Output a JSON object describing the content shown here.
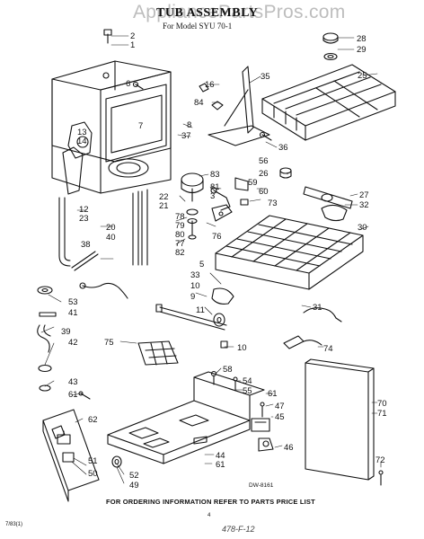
{
  "header": {
    "watermark": "AppliancePartsPros.com",
    "title": "TUB ASSEMBLY",
    "subtitle": "For Model SYU 70-1"
  },
  "footer": {
    "ordering_note": "FOR ORDERING INFORMATION REFER TO PARTS PRICE LIST",
    "drawing_code": "DW-8161",
    "corner_mark": "7/83(1)",
    "page_number": "4",
    "handwritten": "478-F-12"
  },
  "callouts": [
    "2",
    "1",
    "28",
    "29",
    "25",
    "35",
    "16",
    "84",
    "6",
    "8",
    "37",
    "13",
    "14",
    "36",
    "56",
    "26",
    "60",
    "59",
    "83",
    "81",
    "3",
    "22",
    "21",
    "78",
    "79",
    "80",
    "77",
    "82",
    "76",
    "73",
    "27",
    "32",
    "30",
    "12",
    "23",
    "38",
    "20",
    "40",
    "33",
    "10",
    "9",
    "11",
    "31",
    "74",
    "53",
    "41",
    "39",
    "42",
    "75",
    "43",
    "61",
    "62",
    "51",
    "50",
    "52",
    "49",
    "58",
    "54",
    "55",
    "47",
    "45",
    "46",
    "44",
    "61",
    "70",
    "71",
    "72",
    "7",
    "5",
    "10"
  ]
}
